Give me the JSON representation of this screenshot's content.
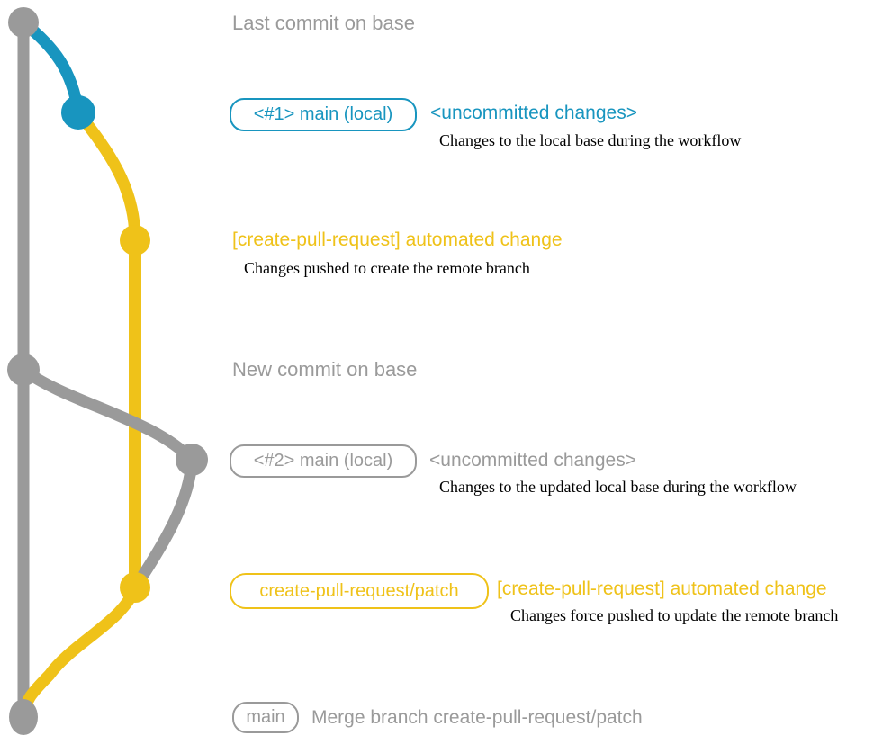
{
  "colors": {
    "gray": "#9a9a9a",
    "teal": "#1895bf",
    "yellow": "#efc219",
    "ink": "#000000",
    "bg": "#ffffff"
  },
  "labels": {
    "last_commit": "Last commit on base",
    "new_commit": "New commit on base"
  },
  "row1": {
    "chip": "<#1> main (local)",
    "title": "<uncommitted changes>",
    "note": "Changes to the local base during the workflow"
  },
  "row2": {
    "title": "[create-pull-request] automated change",
    "note": "Changes pushed to create the remote branch"
  },
  "row3": {
    "chip": "<#2> main (local)",
    "title": "<uncommitted changes>",
    "note": "Changes to the updated local base during the workflow"
  },
  "row4": {
    "chip": "create-pull-request/patch",
    "title": "[create-pull-request] automated change",
    "note": "Changes force pushed to update the remote branch"
  },
  "row5": {
    "chip": "main",
    "title": "Merge branch create-pull-request/patch"
  },
  "graph": {
    "commits": [
      {
        "name": "last-commit-on-base",
        "color": "gray"
      },
      {
        "name": "main-local-1",
        "color": "teal"
      },
      {
        "name": "automated-change-1",
        "color": "yellow"
      },
      {
        "name": "new-commit-on-base",
        "color": "gray"
      },
      {
        "name": "main-local-2",
        "color": "gray"
      },
      {
        "name": "automated-change-2",
        "color": "yellow"
      },
      {
        "name": "merge-commit",
        "color": "gray"
      }
    ]
  }
}
